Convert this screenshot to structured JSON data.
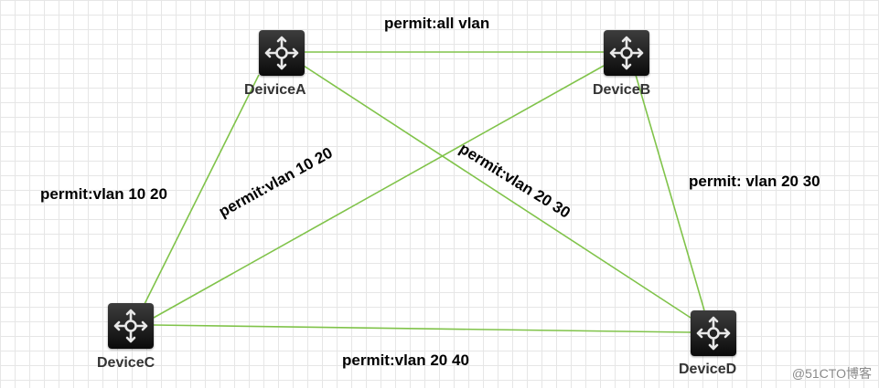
{
  "devices": {
    "a": {
      "label": "DeiviceA",
      "icon": "switch-icon"
    },
    "b": {
      "label": "DeviceB",
      "icon": "switch-icon"
    },
    "c": {
      "label": "DeviceC",
      "icon": "switch-icon"
    },
    "d": {
      "label": "DeviceD",
      "icon": "switch-icon"
    }
  },
  "links": {
    "a_b": "permit:all vlan",
    "a_c": "permit:vlan 10 20",
    "b_c": "permit:vlan 10 20",
    "a_d": "permit:vlan 20 30",
    "b_d": "permit: vlan 20 30",
    "c_d": "permit:vlan 20 40"
  },
  "colors": {
    "link": "#80c34a",
    "device": "#1a1a1a"
  },
  "watermark": "@51CTO博客"
}
